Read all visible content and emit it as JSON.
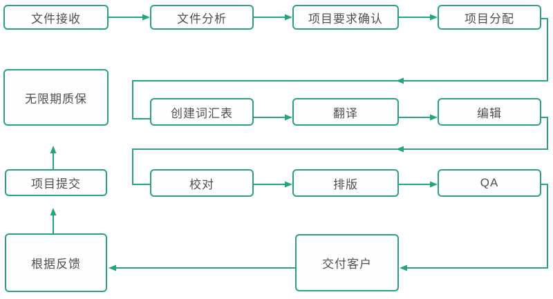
{
  "diagram": {
    "type": "flowchart",
    "colors": {
      "accent": "#27a37d",
      "text": "#4f4f4f",
      "background": "#ffffff",
      "node_fill": "#fefefe"
    },
    "nodes": [
      {
        "id": "file-receive",
        "label": "文件接收"
      },
      {
        "id": "file-analysis",
        "label": "文件分析"
      },
      {
        "id": "requirements",
        "label": "项目要求确认"
      },
      {
        "id": "assignment",
        "label": "项目分配"
      },
      {
        "id": "warranty",
        "label": "无限期质保"
      },
      {
        "id": "glossary",
        "label": "创建词汇表"
      },
      {
        "id": "translation",
        "label": "翻译"
      },
      {
        "id": "editing",
        "label": "编辑"
      },
      {
        "id": "submission",
        "label": "项目提交"
      },
      {
        "id": "proofreading",
        "label": "校对"
      },
      {
        "id": "typesetting",
        "label": "排版"
      },
      {
        "id": "qa",
        "label": "QA"
      },
      {
        "id": "feedback",
        "label": "根据反馈"
      },
      {
        "id": "delivery",
        "label": "交付客户"
      }
    ],
    "edges": [
      {
        "from": "文件接收",
        "to": "文件分析"
      },
      {
        "from": "文件分析",
        "to": "项目要求确认"
      },
      {
        "from": "项目要求确认",
        "to": "项目分配"
      },
      {
        "from": "项目分配",
        "to": "创建词汇表"
      },
      {
        "from": "创建词汇表",
        "to": "翻译"
      },
      {
        "from": "翻译",
        "to": "编辑"
      },
      {
        "from": "编辑",
        "to": "校对"
      },
      {
        "from": "校对",
        "to": "排版"
      },
      {
        "from": "排版",
        "to": "QA"
      },
      {
        "from": "QA",
        "to": "交付客户"
      },
      {
        "from": "交付客户",
        "to": "根据反馈"
      },
      {
        "from": "根据反馈",
        "to": "项目提交"
      },
      {
        "from": "项目提交",
        "to": "无限期质保"
      }
    ]
  }
}
